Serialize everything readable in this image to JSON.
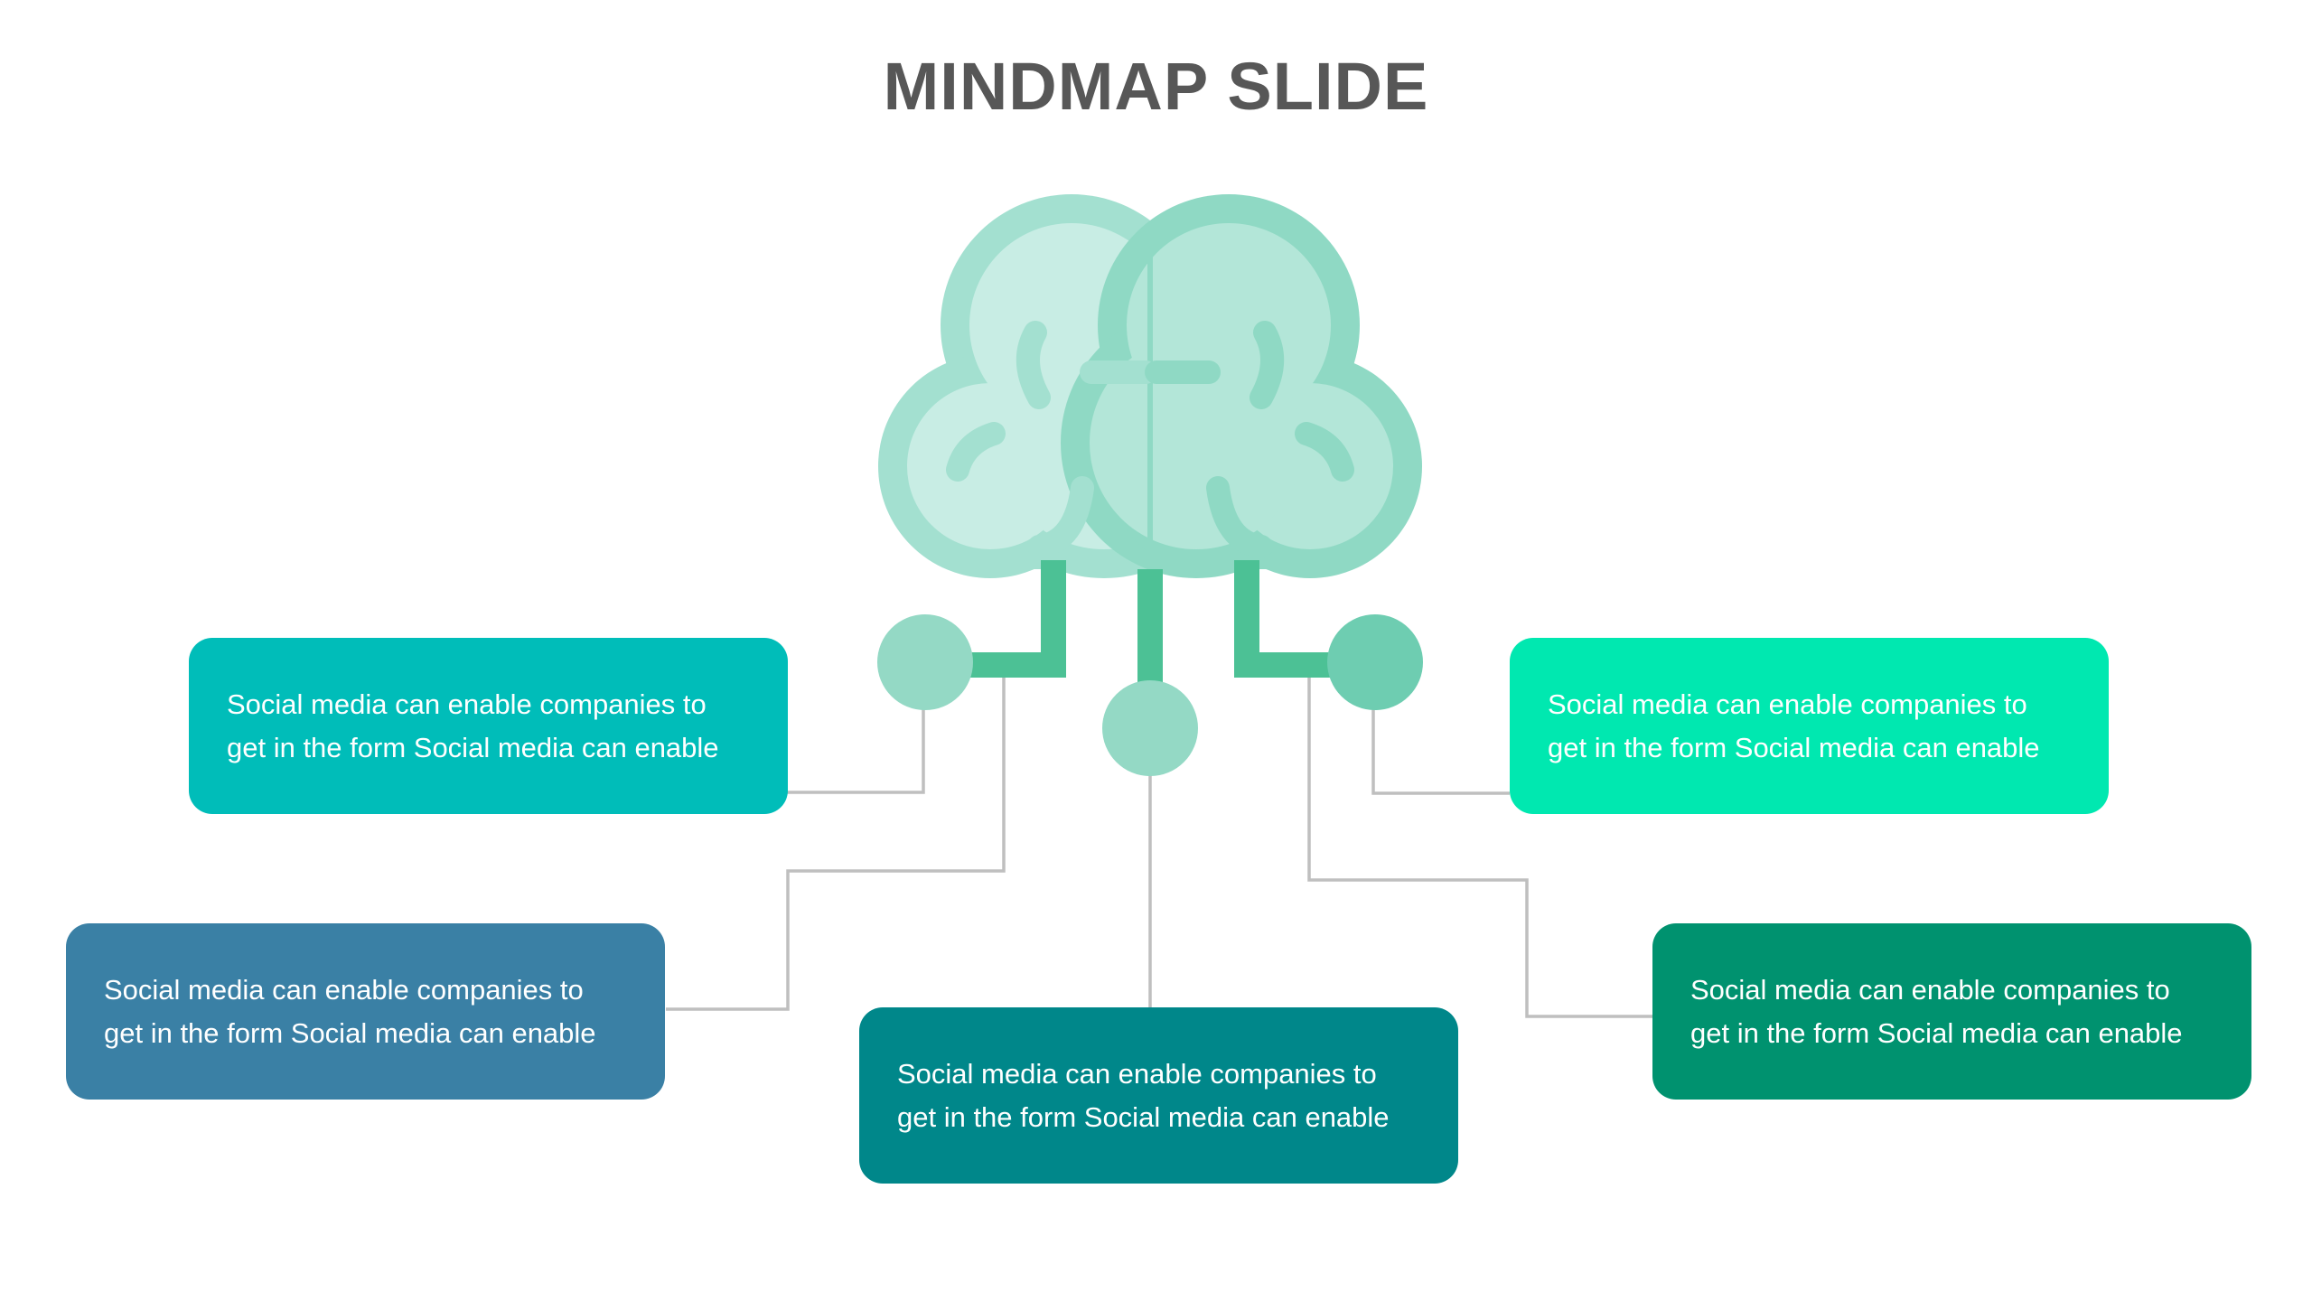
{
  "slide": {
    "title": "MINDMAP SLIDE"
  },
  "colors": {
    "title": "#575757",
    "connector_line": "#BFBFBF",
    "brain_left_outer": "#A3E0D0",
    "brain_left_inner": "#C8EDE4",
    "brain_left_detail": "#A3E0D0",
    "brain_right_outer": "#8FD9C4",
    "brain_right_inner": "#B3E6D8",
    "brain_right_detail": "#8FD9C4",
    "stem": "#4CC195",
    "node_left": "#94D9C5",
    "node_center": "#94D9C5",
    "node_right": "#6ECDB1"
  },
  "boxes": [
    {
      "id": "top-left",
      "text": "Social media can enable companies to get in the form Social media can enable",
      "color": "#00BDB9"
    },
    {
      "id": "bottom-left",
      "text": "Social media can enable companies to get in the form Social media can enable",
      "color": "#3A80A5"
    },
    {
      "id": "bottom-center",
      "text": "Social media can enable companies to get in the form Social media can enable",
      "color": "#00878A"
    },
    {
      "id": "top-right",
      "text": "Social media can enable companies to get in the form Social media can enable",
      "color": "#00E8B0"
    },
    {
      "id": "bottom-right",
      "text": "Social media can enable companies to get in the form Social media can enable",
      "color": "#00926F"
    }
  ],
  "icons": {
    "central": "brain-icon"
  }
}
